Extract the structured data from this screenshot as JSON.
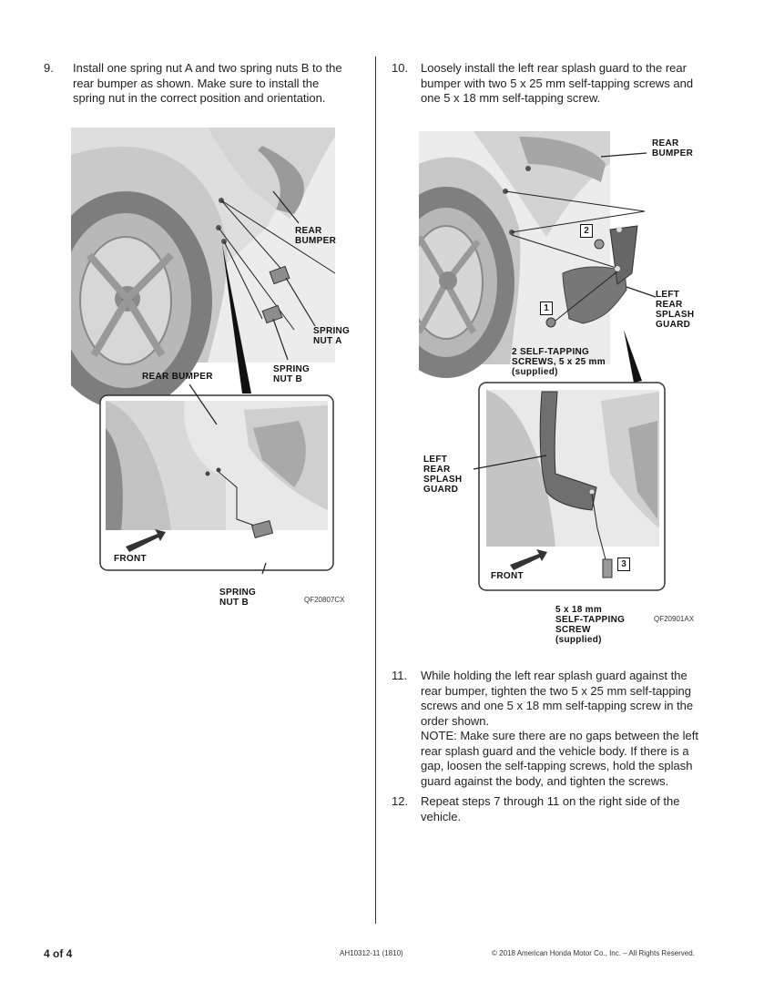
{
  "steps": [
    {
      "number": "9.",
      "lines": [
        "Install one spring nut A and two spring nuts B to the",
        "rear bumper as shown. Make sure to install the",
        "spring nut in the correct position and orientation."
      ]
    },
    {
      "number": "10.",
      "lines": [
        "Loosely install the left rear splash guard to the rear",
        "bumper with two 5 x 25 mm self-tapping screws and",
        "one 5 x 18 mm self-tapping screw."
      ]
    },
    {
      "number": "11.",
      "lines": [
        "While holding the left rear splash guard against the",
        "rear bumper, tighten the two 5 x 25 mm self-tapping",
        "screws and one 5 x 18 mm self-tapping screw in the",
        "order shown."
      ],
      "note_lines": [
        "NOTE: Make sure there are no gaps between the left",
        "rear splash guard and the vehicle body. If there is a",
        "gap, loosen the self-tapping screws, hold the splash",
        "guard against the body, and tighten the screws."
      ]
    },
    {
      "number": "12.",
      "lines": [
        "Repeat steps 7 through 11 on the right side of the",
        "vehicle."
      ]
    }
  ],
  "figure_left": {
    "rear_bumper_top": [
      "REAR",
      "BUMPER"
    ],
    "spring_nut_a": [
      "SPRING",
      "NUT A"
    ],
    "spring_nut_b_top": [
      "SPRING",
      "NUT B"
    ],
    "rear_bumper_detail": "REAR BUMPER",
    "front": "FRONT",
    "spring_nut_b_bottom": [
      "SPRING",
      "NUT B"
    ],
    "code": "QF20807CX"
  },
  "figure_right": {
    "rear_bumper": [
      "REAR",
      "BUMPER"
    ],
    "box2": "2",
    "left_rear_splash_guard_top": [
      "LEFT",
      "REAR",
      "SPLASH",
      "GUARD"
    ],
    "box1": "1",
    "screws_25": [
      "2 SELF-TAPPING",
      "SCREWS, 5 x 25 mm",
      "(supplied)"
    ],
    "left_rear_splash_guard_detail": [
      "LEFT",
      "REAR",
      "SPLASH",
      "GUARD"
    ],
    "front": "FRONT",
    "box3": "3",
    "screw_18": [
      "5 x 18 mm",
      "SELF-TAPPING",
      "SCREW",
      "(supplied)"
    ],
    "code": "QF20901AX"
  },
  "footer": {
    "page": "4 of 4",
    "doc_code": "AH10312-11 (1810)",
    "copyright": "© 2018 American Honda Motor Co., Inc. – All Rights Reserved."
  },
  "colors": {
    "text": "#222222",
    "fig_bg": "#e9e9e9",
    "fig_dark": "#6e6e6e",
    "detail_border": "#333333"
  }
}
